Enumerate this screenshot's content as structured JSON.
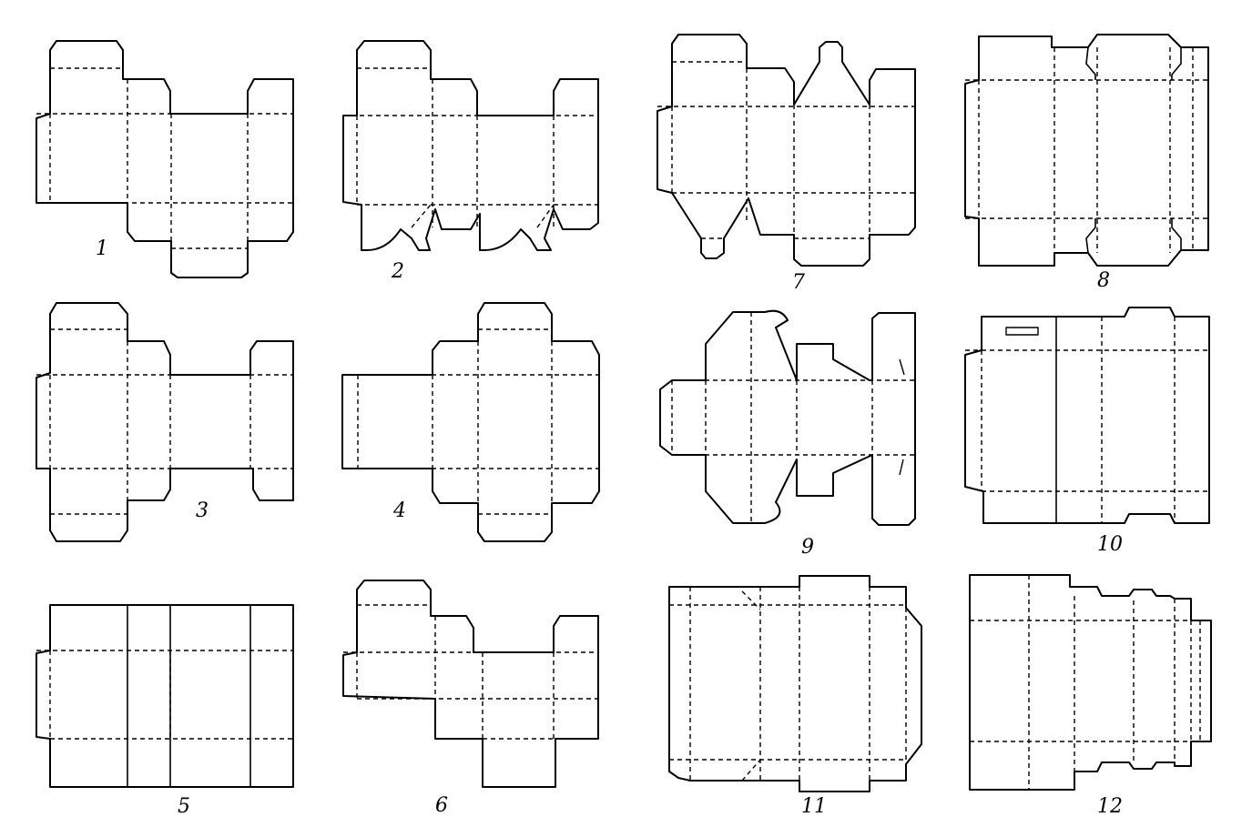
{
  "figure_labels": {
    "d1": "1",
    "d2": "2",
    "d3": "3",
    "d4": "4",
    "d5": "5",
    "d6": "6",
    "d7": "7",
    "d8": "8",
    "d9": "9",
    "d10": "10",
    "d11": "11",
    "d12": "12"
  }
}
